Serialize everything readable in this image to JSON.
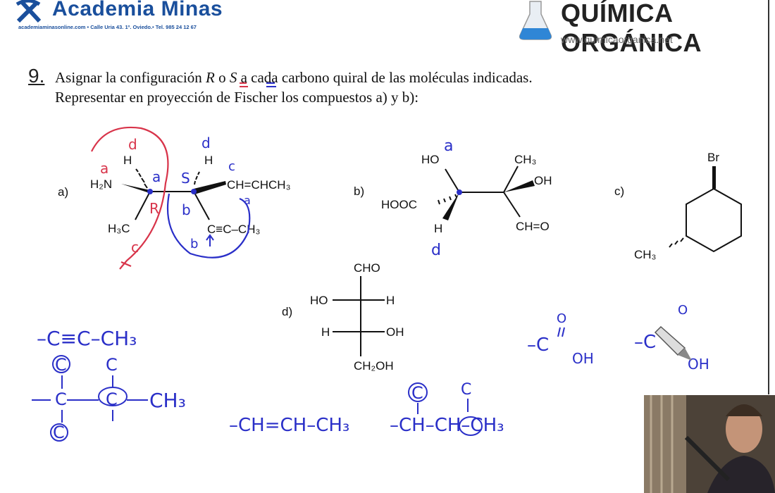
{
  "header": {
    "left_brand": "Academia Minas",
    "left_sub": "academiaminasonline.com  • Calle Uria 43. 1º. Oviedo.• Tel. 985 24 12 67",
    "right_brand": "QUÍMICA ORGÁNICA",
    "right_url": "www.quimicaorganica.net"
  },
  "question": {
    "number": "9.",
    "line1_a": "Asignar la configuración ",
    "line1_R": "R",
    "line1_o": " o ",
    "line1_S": "S",
    "line1_b": " a cada carbono quiral de las moléculas indicadas.",
    "line2": "Representar en proyección de Fischer los compuestos a) y b):"
  },
  "molecule_a": {
    "label": "a)",
    "h1": "H",
    "h2": "H",
    "nh2": "H₂N",
    "ch3": "H₃C",
    "vinyl": "CH=CHCH₃",
    "alkyne": "C≡C–CH₃",
    "ann_a": "a",
    "ann_S": "S",
    "ann_R": "R",
    "ann_b": "b",
    "ann_c": "c",
    "ann_d": "d",
    "ann_a2": "a",
    "ann_d2": "d",
    "ann_c2": "c",
    "ann_b2": "b",
    "ann_A": "a"
  },
  "molecule_b": {
    "label": "b)",
    "ho": "HO",
    "ch3": "CH₃",
    "oh": "OH",
    "hooc": "HOOC",
    "h": "H",
    "cho": "CH=O",
    "ann_a": "a",
    "ann_d": "d"
  },
  "molecule_c": {
    "label": "c)",
    "br": "Br",
    "ch3": "CH₃"
  },
  "molecule_d": {
    "label": "d)",
    "top": "CHO",
    "ho": "HO",
    "h_r1": "H",
    "h_l2": "H",
    "oh": "OH",
    "bottom": "CH₂OH"
  },
  "handwriting": {
    "alkyne": "–C≡C–CH₃",
    "left_c1": "C",
    "left_c2": "C",
    "left_c3": "C",
    "left_c4": "C",
    "left_c5": "C",
    "left_ch3": "CH₃",
    "vinyl": "–CH=CH–CH₃",
    "vinyl2_c1": "C",
    "vinyl2_c2": "C",
    "vinyl2": "–CH–CH–CH₃",
    "acid_o": "O",
    "acid_oh": "OH",
    "acid_c": "–C",
    "acid2_o": "O",
    "acid2_oh": "OH",
    "acid2_c": "–C"
  },
  "colors": {
    "ink": "#111111",
    "red_pen": "#d8344a",
    "blue_pen": "#2a2fc8",
    "brand_blue": "#1a4f9c"
  }
}
